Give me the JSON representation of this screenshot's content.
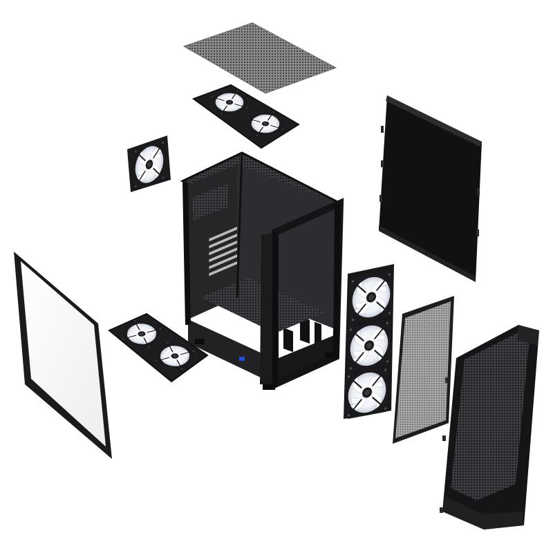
{
  "image": {
    "subject": "exploded-view-pc-case",
    "components": [
      {
        "name": "top-dust-filter",
        "kind": "mesh-filter"
      },
      {
        "name": "top-fan-pair",
        "kind": "fan",
        "count": 2
      },
      {
        "name": "rear-exhaust-fan",
        "kind": "fan",
        "count": 1
      },
      {
        "name": "right-side-panel",
        "kind": "solid-panel"
      },
      {
        "name": "chassis-frame",
        "kind": "case-body"
      },
      {
        "name": "tempered-glass-side-panel",
        "kind": "glass-panel"
      },
      {
        "name": "bottom-fan-pair",
        "kind": "fan",
        "count": 2
      },
      {
        "name": "front-intake-fan-stack",
        "kind": "fan",
        "count": 3
      },
      {
        "name": "front-dust-filter",
        "kind": "mesh-filter"
      },
      {
        "name": "front-mesh-panel",
        "kind": "mesh-panel"
      }
    ]
  },
  "colors": {
    "background": "#ffffff",
    "case_black": "#1b1b1d",
    "case_dark": "#2a2a2d",
    "mesh_gray": "#6d6d70",
    "fan_blade": "#f2f4f8",
    "fan_glow": "#d6dbe6",
    "glass": "#f7f7f7"
  }
}
